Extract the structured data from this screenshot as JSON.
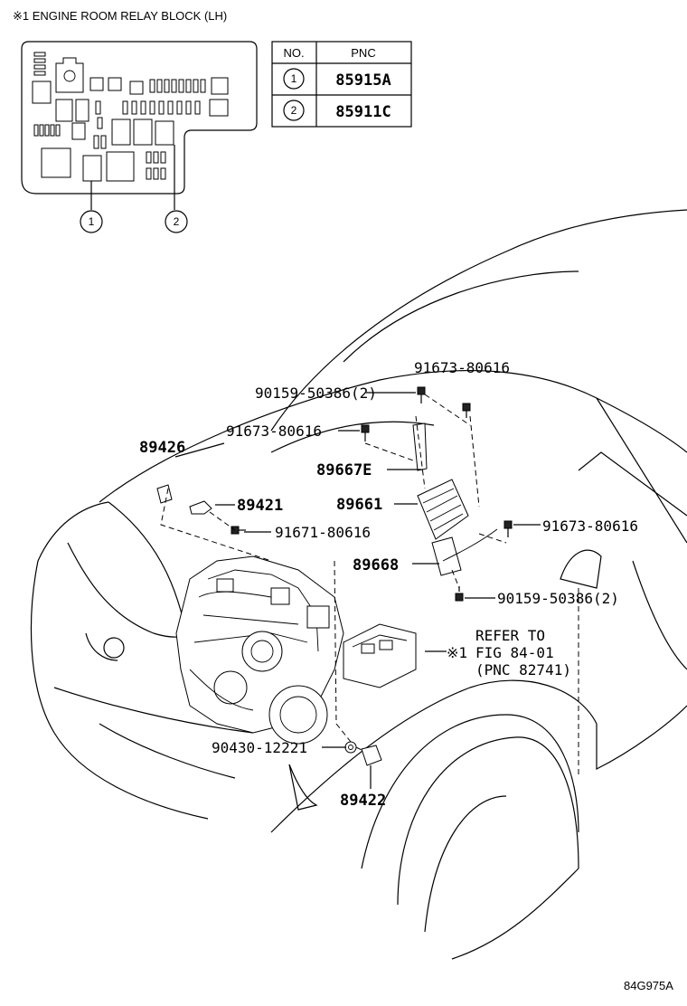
{
  "relay_block": {
    "title": "※1 ENGINE ROOM RELAY BLOCK (LH)",
    "callouts": [
      "1",
      "2"
    ]
  },
  "pnc_table": {
    "headers": [
      "NO.",
      "PNC"
    ],
    "rows": [
      {
        "no": "1",
        "pnc": "85915A"
      },
      {
        "no": "2",
        "pnc": "85911C"
      }
    ]
  },
  "labels": {
    "p91673_top": "91673-80616",
    "p90159_top": "90159-50386(2)",
    "p91673_left": "91673-80616",
    "p89426": "89426",
    "p89667e": "89667E",
    "p89421": "89421",
    "p89661": "89661",
    "p91671": "91671-80616",
    "p91673_right": "91673-80616",
    "p89668": "89668",
    "p90159_bottom": "90159-50386(2)",
    "refer_mark": "※1",
    "refer_line1": "REFER TO",
    "refer_line2": "FIG 84-01",
    "refer_line3": "(PNC 82741)",
    "p90430": "90430-12221",
    "p89422": "89422"
  },
  "figure_code": "84G975A"
}
